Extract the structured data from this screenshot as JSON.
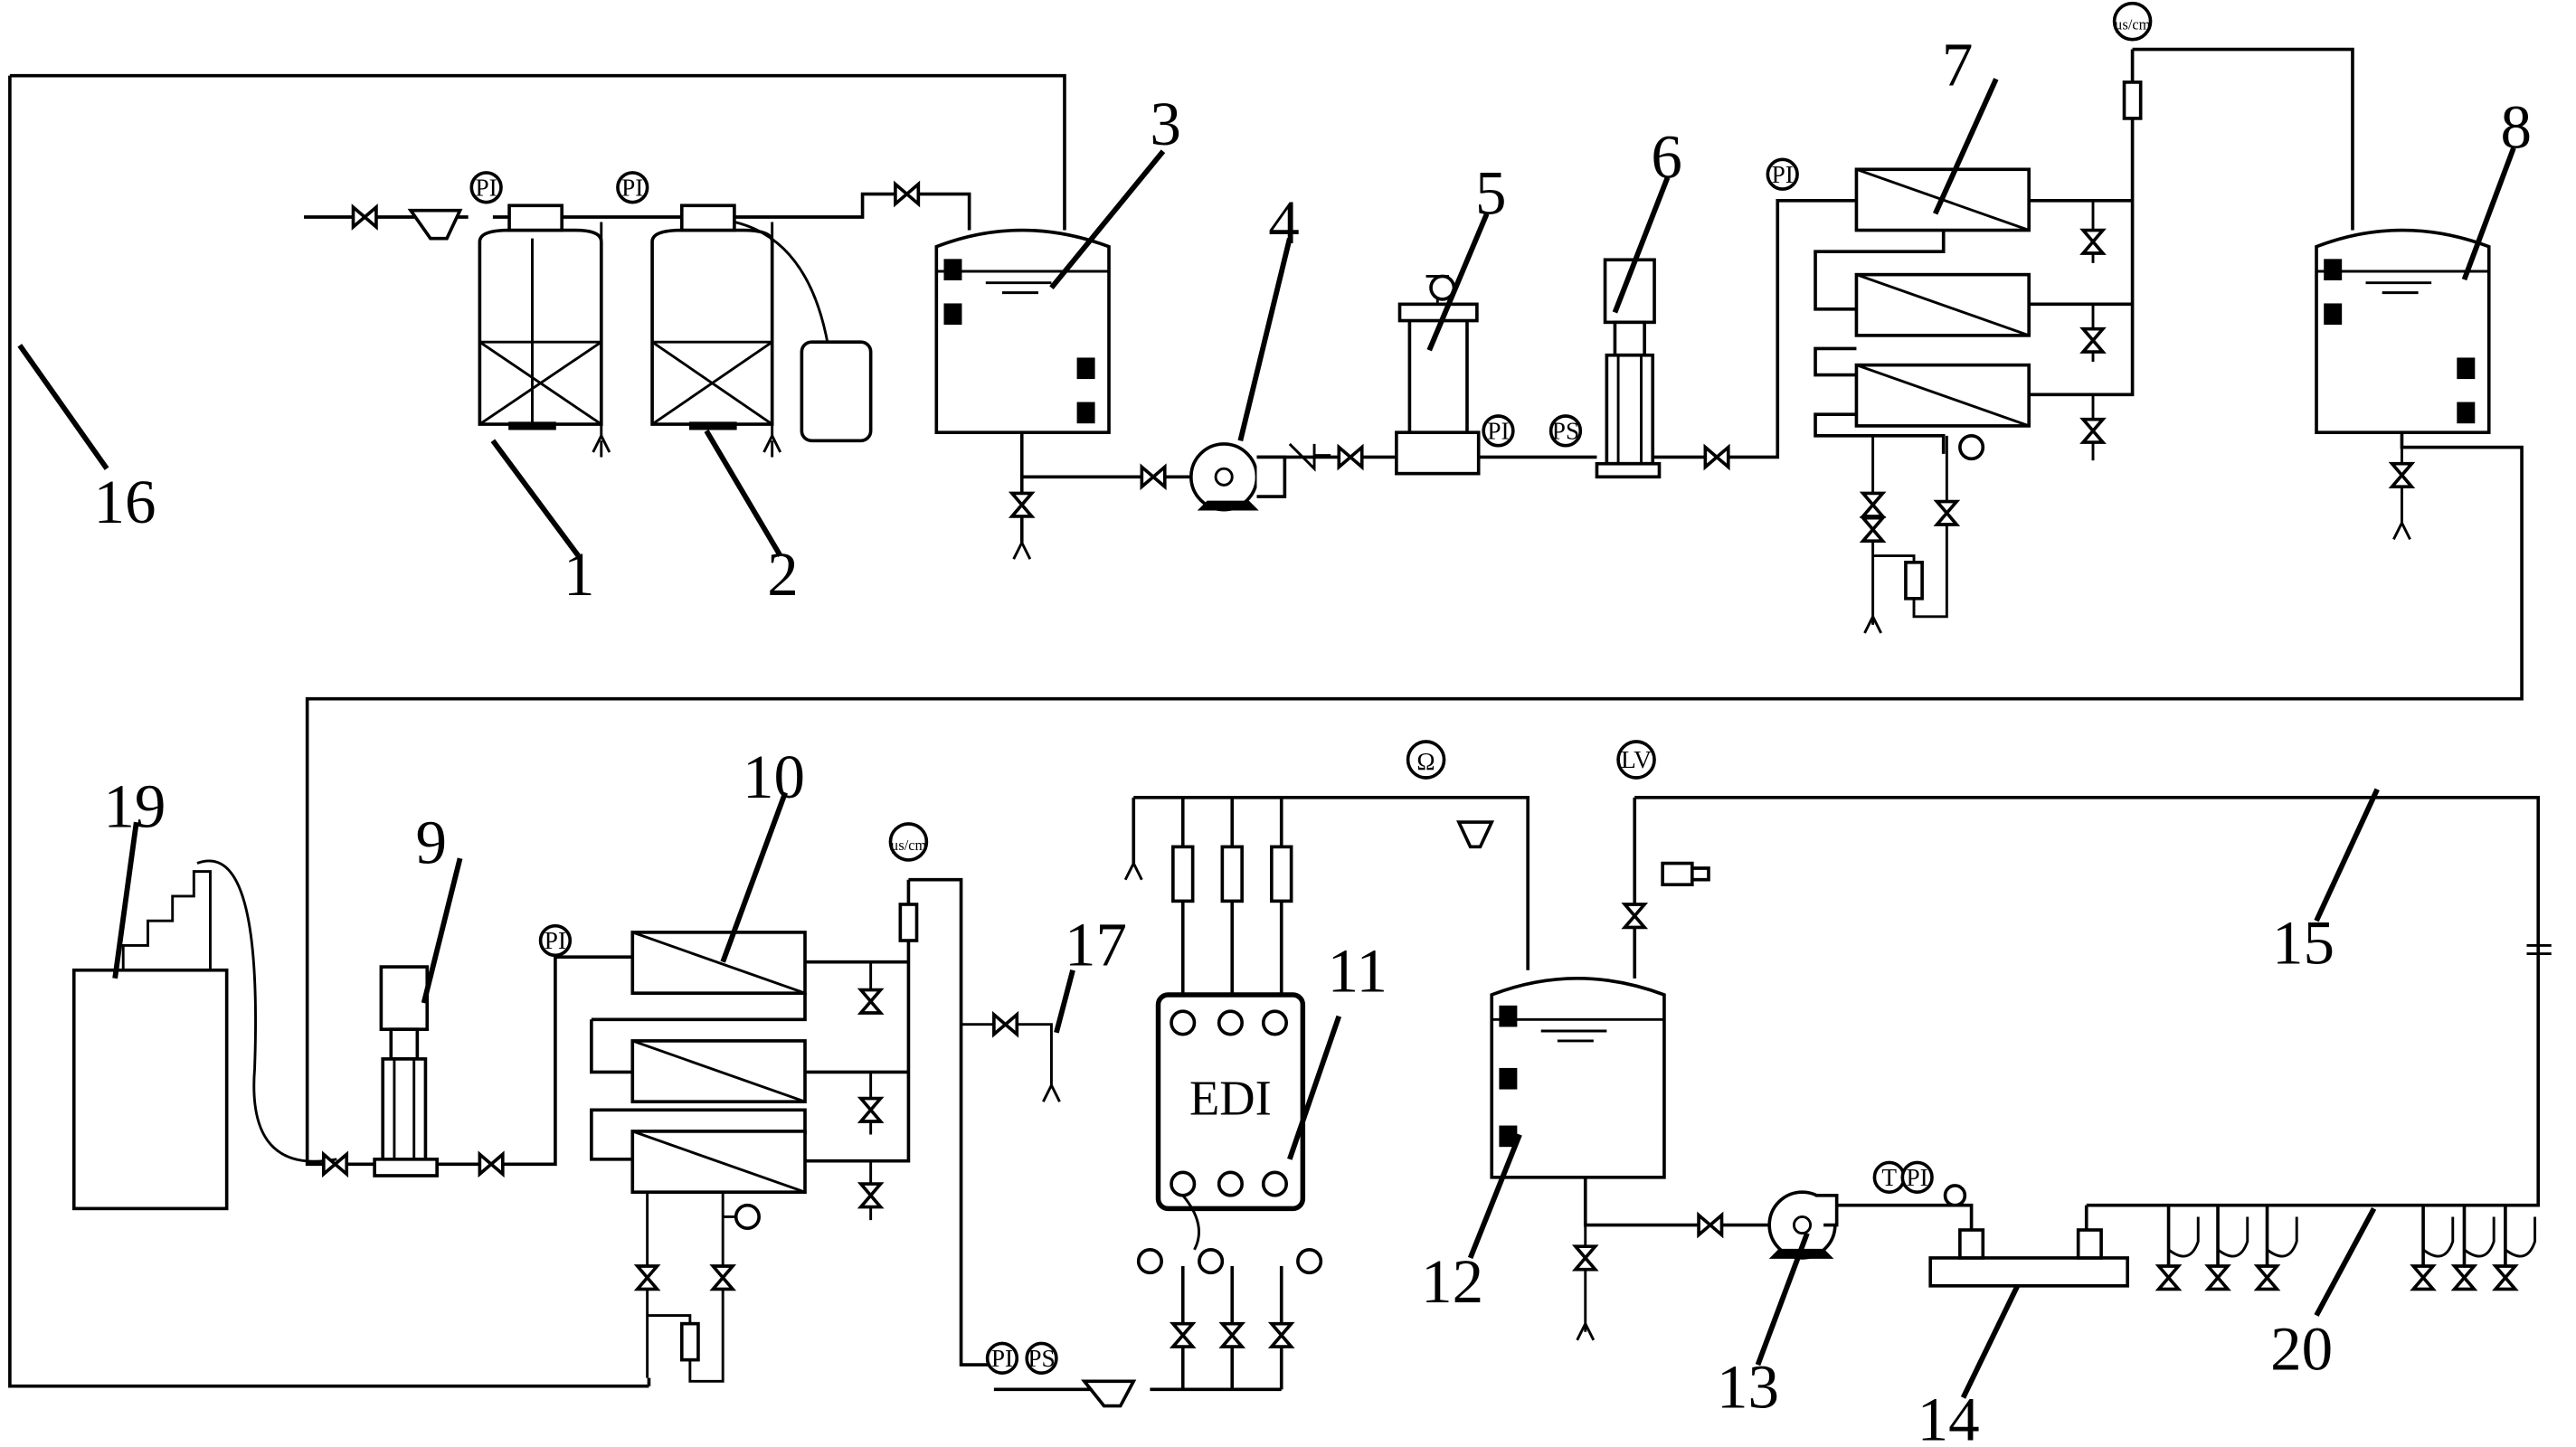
{
  "labels": {
    "n1": "1",
    "n2": "2",
    "n3": "3",
    "n4": "4",
    "n5": "5",
    "n6": "6",
    "n7": "7",
    "n8": "8",
    "n9": "9",
    "n10": "10",
    "n11": "11",
    "n12": "12",
    "n13": "13",
    "n14": "14",
    "n15": "15",
    "n16": "16",
    "n17": "17",
    "n19": "19",
    "n20": "20"
  },
  "instruments": {
    "pi": "PI",
    "ps": "PS",
    "t": "T",
    "lv": "LV",
    "conductivity": "μs/cm",
    "resistivity": "Ω"
  },
  "edi_label": "EDI"
}
